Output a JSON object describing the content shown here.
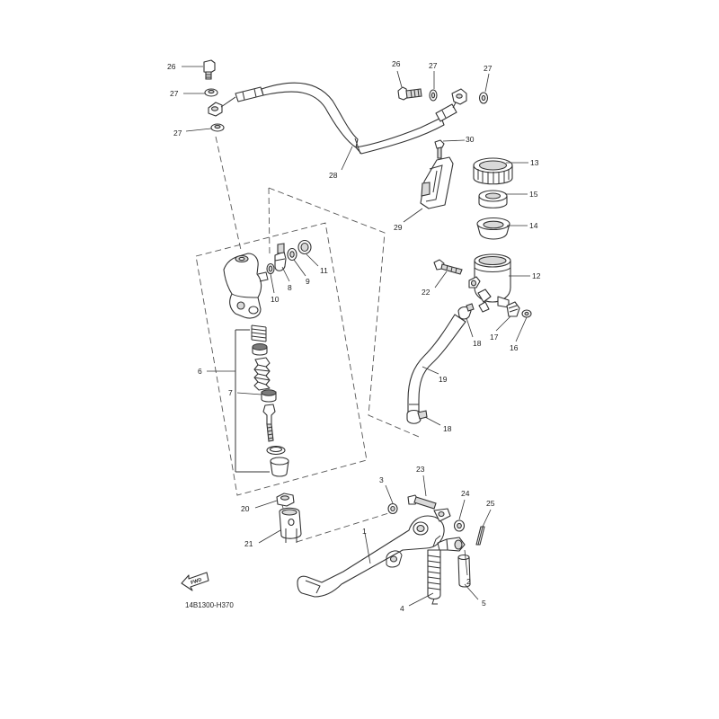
{
  "callouts": [
    {
      "id": "c26a",
      "label": "26"
    },
    {
      "id": "c27a",
      "label": "27"
    },
    {
      "id": "c27b",
      "label": "27"
    },
    {
      "id": "c26b",
      "label": "26"
    },
    {
      "id": "c27c",
      "label": "27"
    },
    {
      "id": "c27d",
      "label": "27"
    },
    {
      "id": "c30",
      "label": "30"
    },
    {
      "id": "c13",
      "label": "13"
    },
    {
      "id": "c28",
      "label": "28"
    },
    {
      "id": "c15",
      "label": "15"
    },
    {
      "id": "c14",
      "label": "14"
    },
    {
      "id": "c29",
      "label": "29"
    },
    {
      "id": "c11",
      "label": "11"
    },
    {
      "id": "c9",
      "label": "9"
    },
    {
      "id": "c8",
      "label": "8"
    },
    {
      "id": "c10",
      "label": "10"
    },
    {
      "id": "c12",
      "label": "12"
    },
    {
      "id": "c22",
      "label": "22"
    },
    {
      "id": "c17",
      "label": "17"
    },
    {
      "id": "c18a",
      "label": "18"
    },
    {
      "id": "c16",
      "label": "16"
    },
    {
      "id": "c6",
      "label": "6"
    },
    {
      "id": "c19",
      "label": "19"
    },
    {
      "id": "c7",
      "label": "7"
    },
    {
      "id": "c18b",
      "label": "18"
    },
    {
      "id": "c23",
      "label": "23"
    },
    {
      "id": "c3",
      "label": "3"
    },
    {
      "id": "c24",
      "label": "24"
    },
    {
      "id": "c25",
      "label": "25"
    },
    {
      "id": "c20",
      "label": "20"
    },
    {
      "id": "c21",
      "label": "21"
    },
    {
      "id": "c1",
      "label": "1"
    },
    {
      "id": "c2",
      "label": "2"
    },
    {
      "id": "c5",
      "label": "5"
    },
    {
      "id": "c4",
      "label": "4"
    }
  ],
  "fwd_label": "FWD",
  "diagram_code": "14B1300-H370"
}
